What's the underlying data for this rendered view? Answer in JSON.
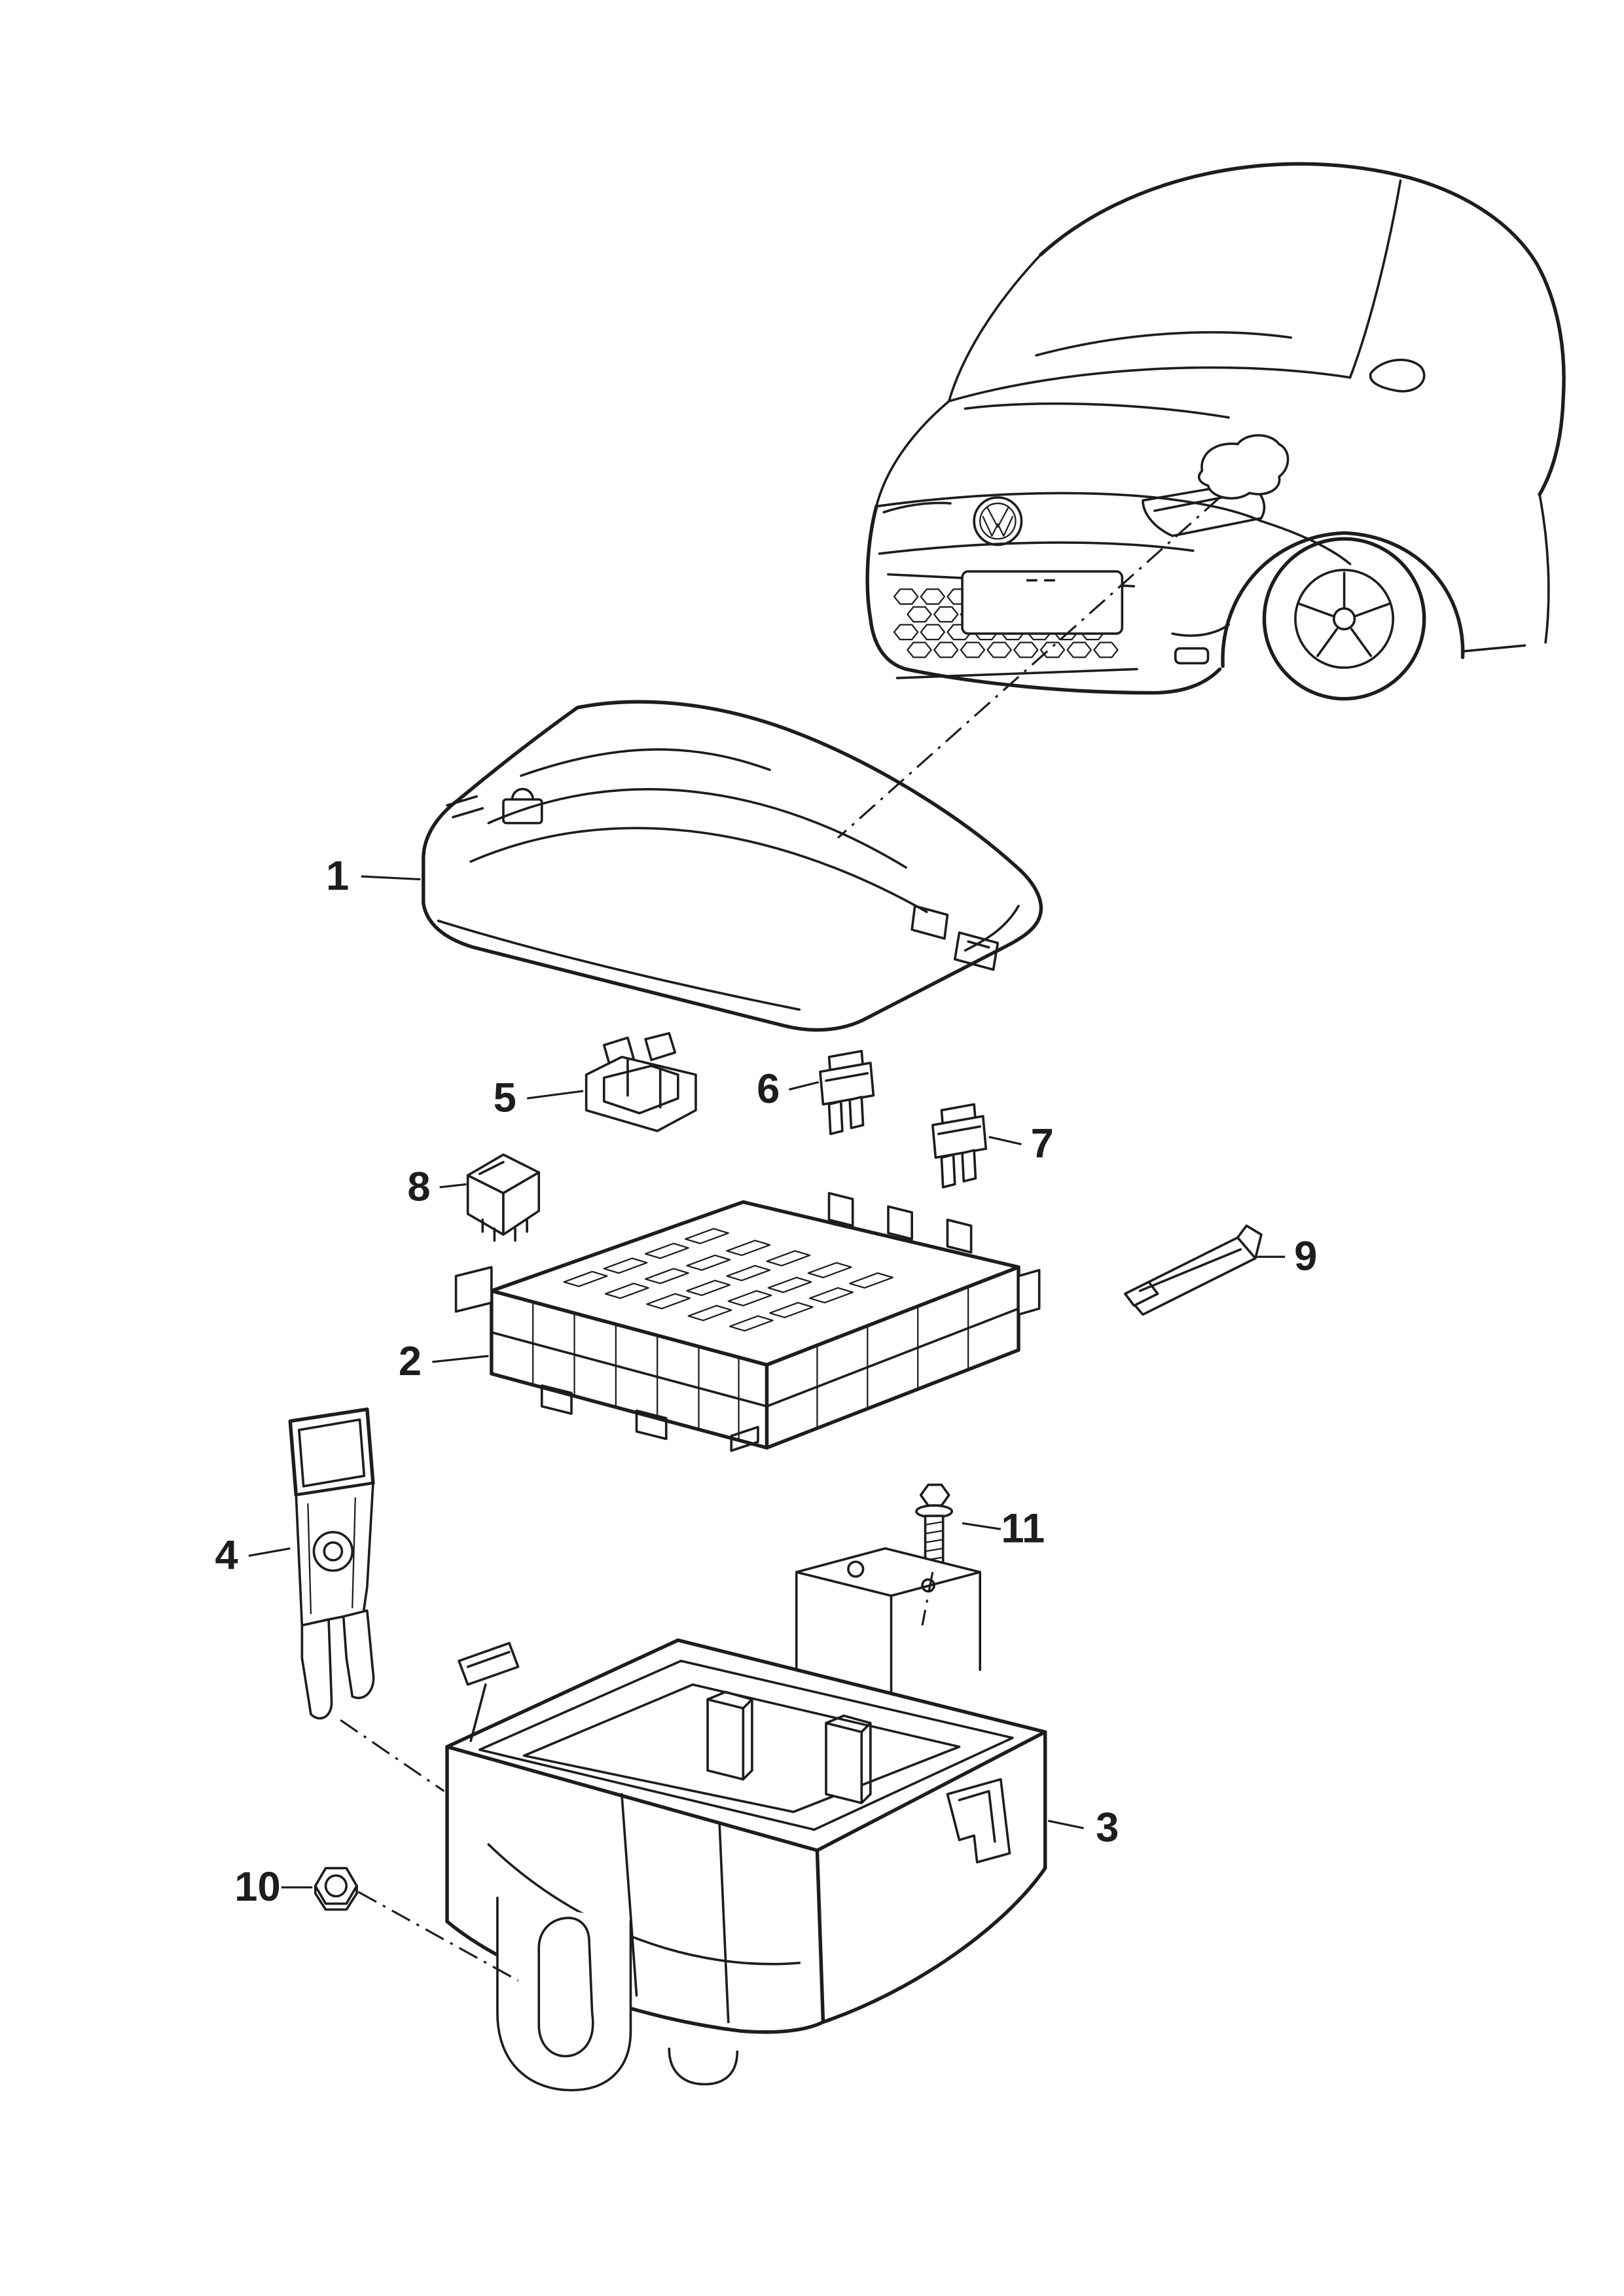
{
  "page": {
    "background_color": "#ffffff",
    "line_color": "#1d1d1b"
  },
  "callouts": [
    {
      "label": "1"
    },
    {
      "label": "2"
    },
    {
      "label": "3"
    },
    {
      "label": "4"
    },
    {
      "label": "5"
    },
    {
      "label": "6"
    },
    {
      "label": "7"
    },
    {
      "label": "8"
    },
    {
      "label": "9"
    },
    {
      "label": "10"
    },
    {
      "label": "11"
    }
  ]
}
